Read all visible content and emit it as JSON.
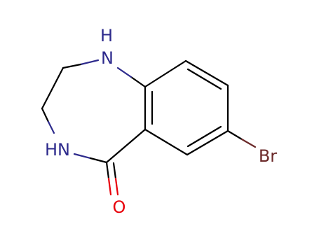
{
  "diagram": {
    "type": "chemical-structure",
    "colors": {
      "carbon": "#000000",
      "nitrogen": "#2d2a8c",
      "oxygen": "#e8000b",
      "bromine": "#6b2a2a"
    },
    "atoms": [
      {
        "id": "nh_top",
        "element": "nitrogen",
        "label": "N"
      },
      {
        "id": "h_top",
        "element": "nitrogen",
        "label": "H"
      },
      {
        "id": "nh_bottom",
        "element": "nitrogen",
        "label": "HN"
      },
      {
        "id": "o",
        "element": "oxygen",
        "label": "O"
      },
      {
        "id": "br",
        "element": "bromine",
        "label": "Br"
      }
    ]
  }
}
